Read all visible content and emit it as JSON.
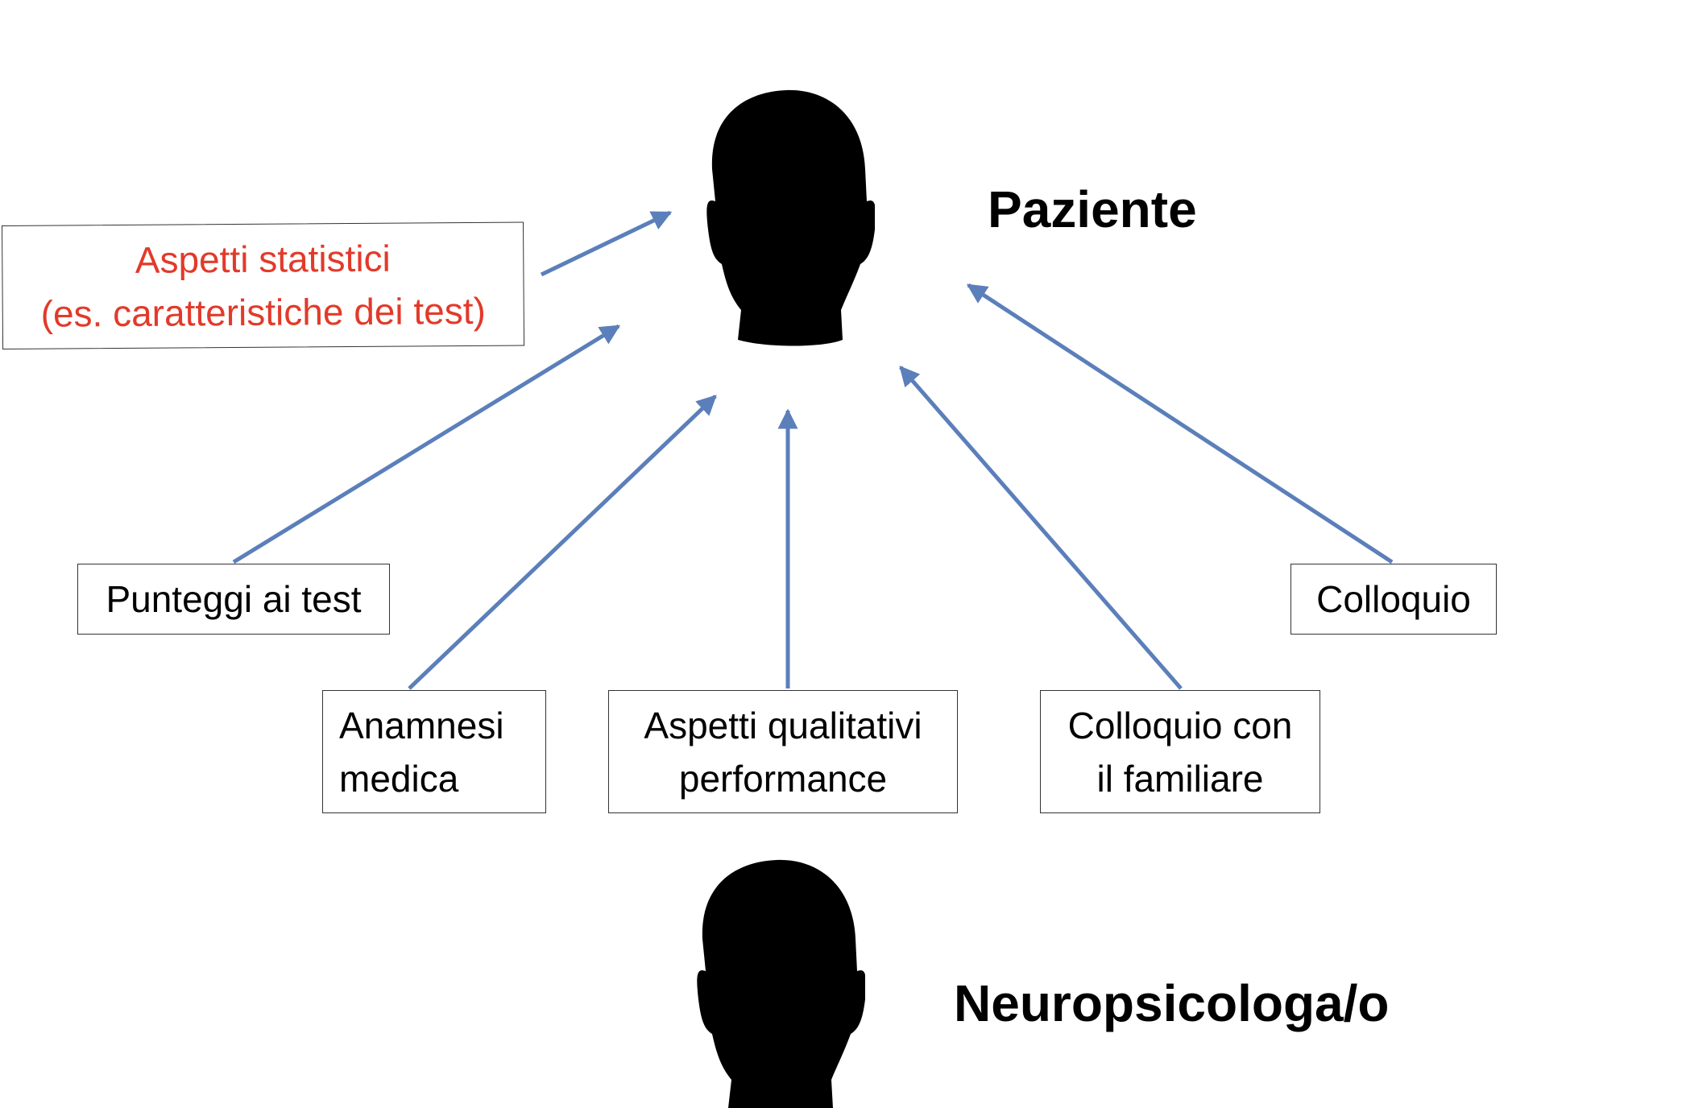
{
  "colors": {
    "arrow": "#5b7fba",
    "highlight_text": "#e23a2a",
    "text": "#000000",
    "icon": "#000000"
  },
  "labels": {
    "patient": "Paziente",
    "neuropsychologist": "Neuropsicologa/o"
  },
  "boxes": {
    "statistics": {
      "line1": "Aspetti statistici",
      "line2": "(es. caratteristiche dei test)"
    },
    "test_scores": {
      "line1": "Punteggi ai test"
    },
    "interview": {
      "line1": "Colloquio"
    },
    "medical_history": {
      "line1": "Anamnesi",
      "line2": "medica"
    },
    "qualitative": {
      "line1": "Aspetti qualitativi",
      "line2": "performance"
    },
    "family_interview": {
      "line1": "Colloquio con",
      "line2": "il familiare"
    }
  },
  "icons": {
    "patient": "person-head-icon",
    "neuropsychologist": "person-head-icon"
  }
}
